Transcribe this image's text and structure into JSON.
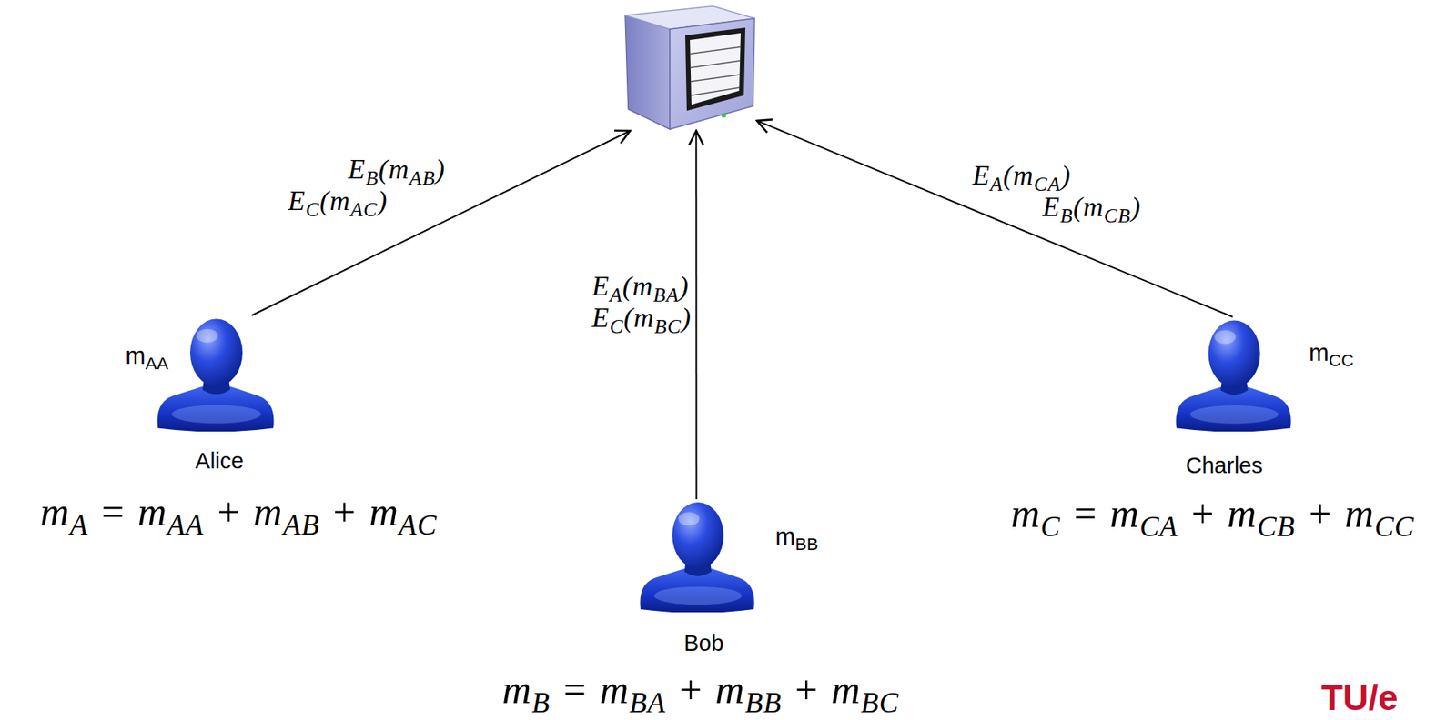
{
  "diagram": {
    "nodes": [
      {
        "text": []
      },
      {
        "text": [
          "mAA",
          "Alice",
          "mA = mAA + mAB + mAC"
        ]
      },
      {
        "text": [
          "mBB",
          "Bob",
          "mB = mBA + mBB + mBC"
        ]
      },
      {
        "text": [
          "mCC",
          "Charles",
          "mC = mCA + mCB + mCC"
        ]
      }
    ],
    "edges": [
      {
        "from": 1,
        "to": 0,
        "arrow": "to",
        "label": "EB(mAB) EC(mAC)"
      },
      {
        "from": 2,
        "to": 0,
        "arrow": "to",
        "label": "EA(mBA) EC(mBC)"
      },
      {
        "from": 3,
        "to": 0,
        "arrow": "to",
        "label": "EA(mCA) EB(mCB)"
      }
    ],
    "labels": [
      "TU/e"
    ]
  }
}
